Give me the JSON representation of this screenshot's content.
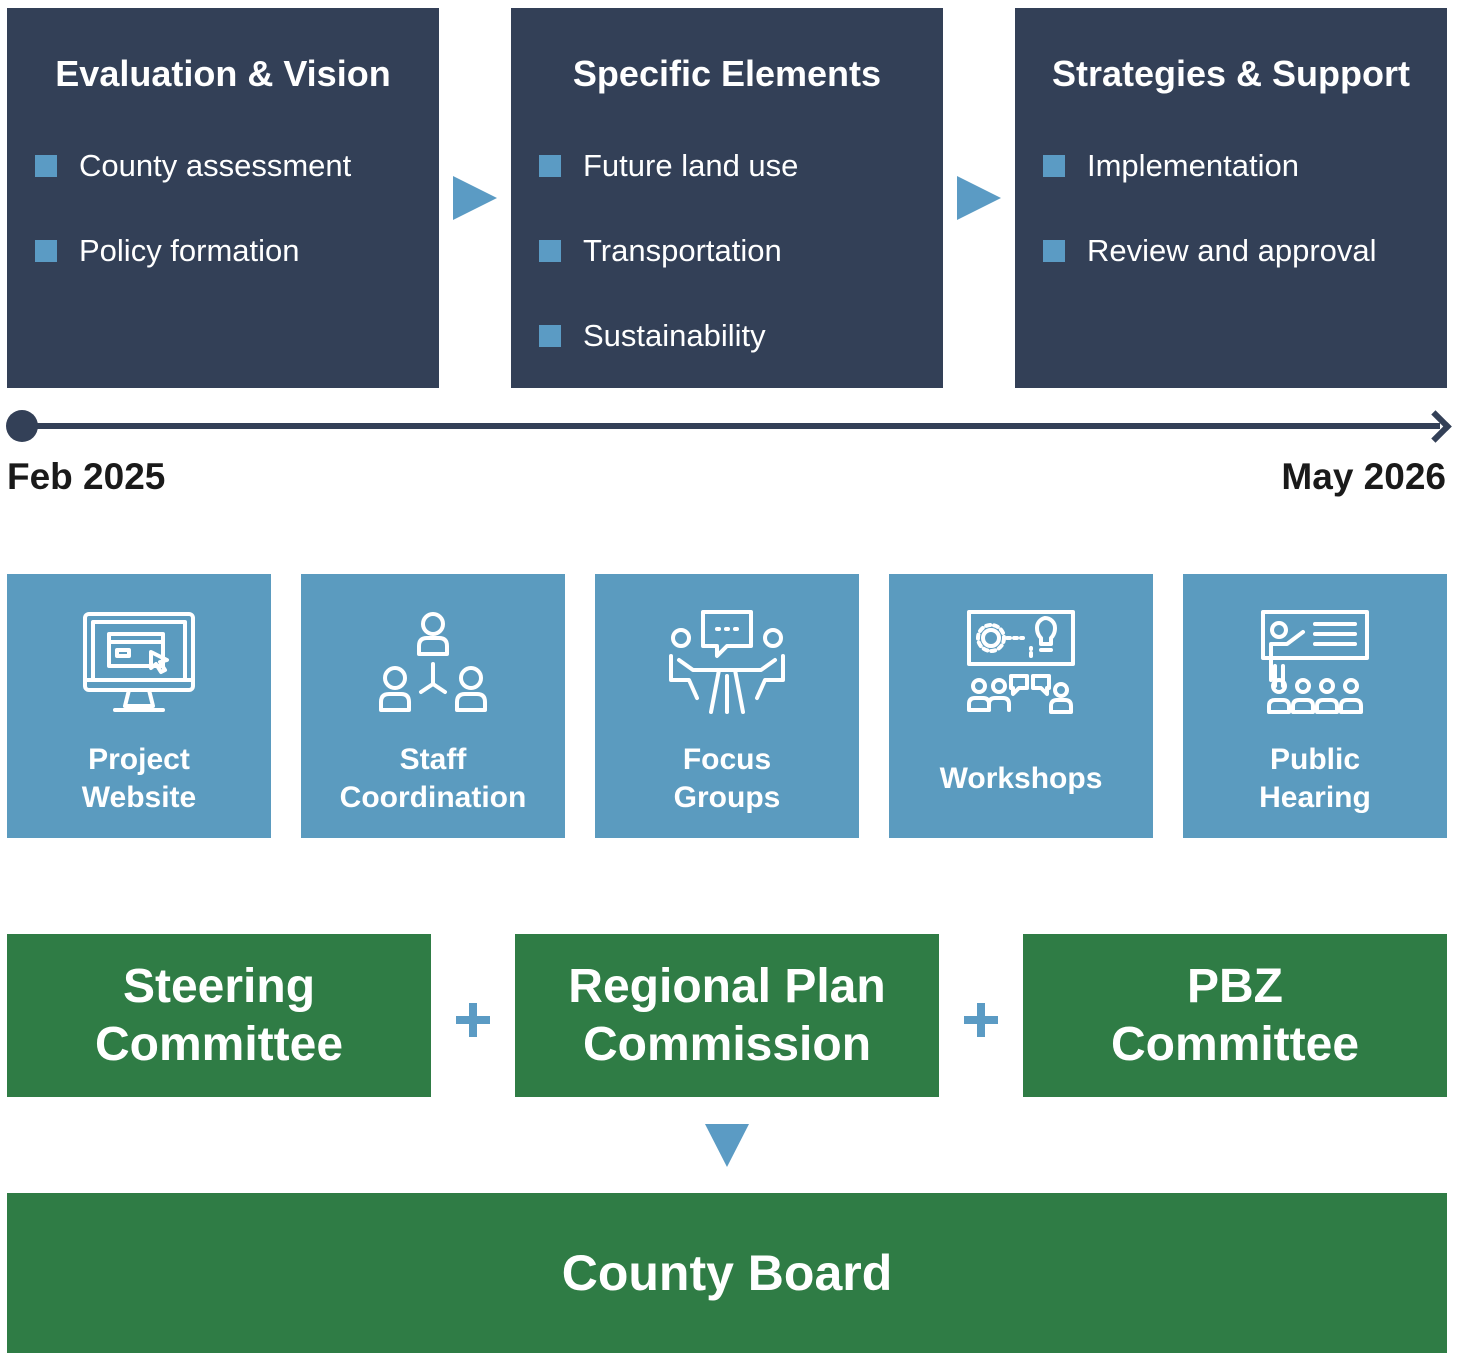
{
  "phases": [
    {
      "title": "Evaluation & Vision",
      "items": [
        "County assessment",
        "Policy formation"
      ]
    },
    {
      "title": "Specific Elements",
      "items": [
        "Future land use",
        "Transportation",
        "Sustainability"
      ]
    },
    {
      "title": "Strategies & Support",
      "items": [
        "Implementation",
        "Review and approval"
      ]
    }
  ],
  "timeline": {
    "start": "Feb 2025",
    "end": "May 2026"
  },
  "engagement": [
    {
      "label": "Project\nWebsite",
      "icon": "computer-monitor-icon"
    },
    {
      "label": "Staff\nCoordination",
      "icon": "team-network-icon"
    },
    {
      "label": "Focus\nGroups",
      "icon": "group-discussion-icon"
    },
    {
      "label": "Workshops",
      "icon": "workshop-presentation-icon"
    },
    {
      "label": "Public\nHearing",
      "icon": "public-hearing-icon"
    }
  ],
  "committees": [
    {
      "label": "Steering\nCommittee"
    },
    {
      "label": "Regional Plan\nCommission"
    },
    {
      "label": "PBZ\nCommittee"
    }
  ],
  "final_body": "County Board",
  "colors": {
    "navy": "#334057",
    "accent_blue": "#5b9bc4",
    "tile_blue": "#5b9bbf",
    "green": "#2f7c45"
  }
}
